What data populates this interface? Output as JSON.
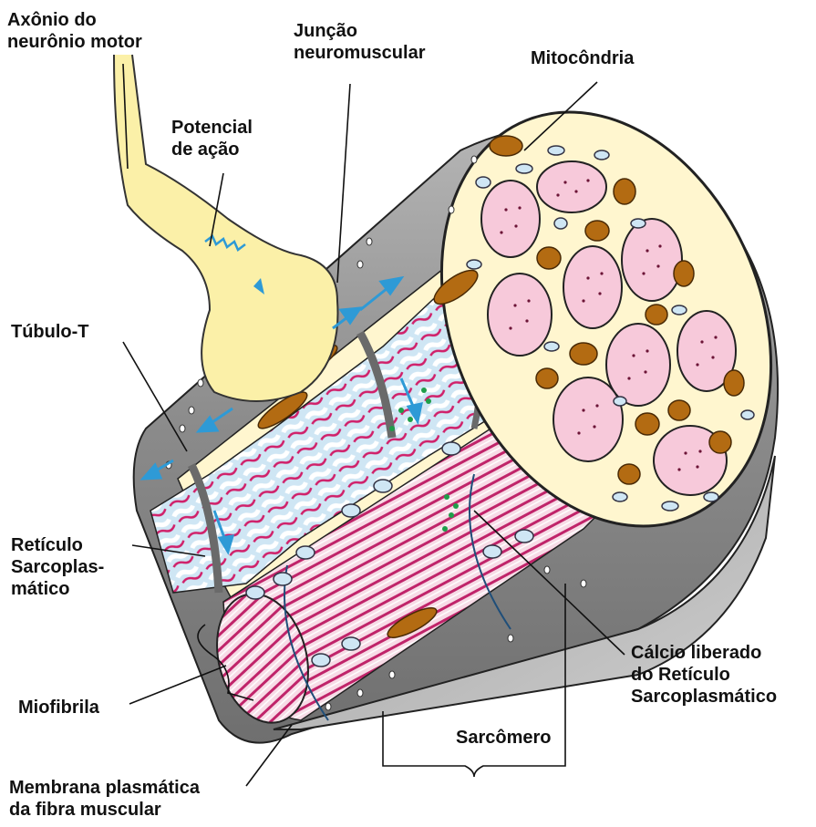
{
  "labels": {
    "axon": [
      "Axônio do",
      "neurônio motor"
    ],
    "junction": [
      "Junção",
      "neuromuscular"
    ],
    "mito": [
      "Mitocôndria"
    ],
    "action_potential": [
      "Potencial",
      "de ação"
    ],
    "ttubule": [
      "Túbulo-T"
    ],
    "reticulum": [
      "Retículo",
      "Sarcoplas-",
      "mático"
    ],
    "myofibril": [
      "Miofibrila"
    ],
    "membrane": [
      "Membrana plasmática",
      "da fibra muscular"
    ],
    "calcium": [
      "Cálcio liberado",
      "do Retículo",
      "Sarcoplasmático"
    ],
    "sarcomere": [
      "Sarcômero"
    ]
  },
  "colors": {
    "membrane_gray": "#8c8c8c",
    "membrane_light": "#d9d9d9",
    "cytoplasm": "#fff6cf",
    "myofibril_pink": "#f5c7d9",
    "myofibril_stripe": "#c0246a",
    "reticulum_blue": "#c8e3f2",
    "mitochondria": "#b36b12",
    "axon_yellow": "#fbf0a8",
    "arrow_blue": "#2e9ad6",
    "calcium_green": "#1f9e4a"
  }
}
